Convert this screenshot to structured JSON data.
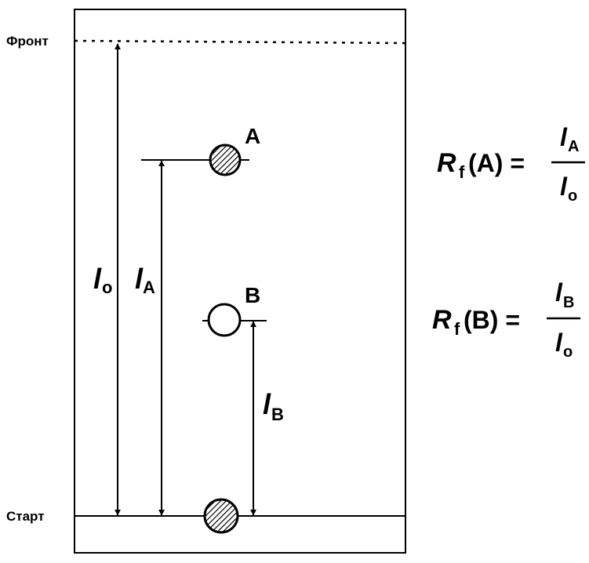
{
  "labels": {
    "front": "Фронт",
    "start": "Старт",
    "spot_a": "A",
    "spot_b": "B"
  },
  "distances": {
    "l0_main": "l",
    "l0_sub": "o",
    "la_main": "l",
    "la_sub": "A",
    "lb_main": "l",
    "lb_sub": "B"
  },
  "formulas": {
    "a": {
      "r": "R",
      "f": "f",
      "arg": "(A) =",
      "num_main": "l",
      "num_sub": "A",
      "den_main": "l",
      "den_sub": "o"
    },
    "b": {
      "r": "R",
      "f": "f",
      "arg": "(B) =",
      "num_main": "l",
      "num_sub": "B",
      "den_main": "l",
      "den_sub": "o"
    }
  },
  "colors": {
    "ink": "#000000",
    "background": "#ffffff"
  }
}
